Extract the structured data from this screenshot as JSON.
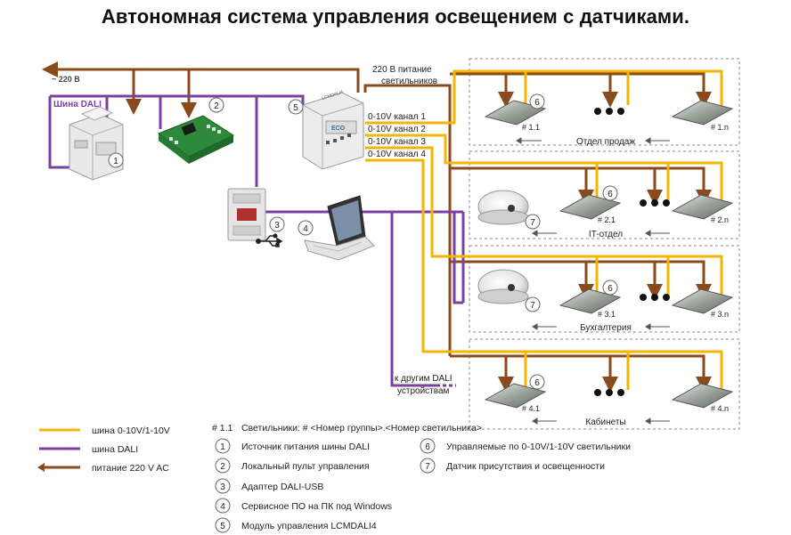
{
  "title": "Автономная система управления освещением с датчиками.",
  "wires": {
    "power_top": "~ 220 В",
    "dali_bus": "Шина DALI",
    "lamp_power_1": "220 В питание",
    "lamp_power_2": "светильников",
    "ch1": "0-10V канал 1",
    "ch2": "0-10V канал 2",
    "ch3": "0-10V канал 3",
    "ch4": "0-10V канал 4",
    "other_dali_1": "к другим DALI",
    "other_dali_2": "устройствам"
  },
  "device_numbers": {
    "psu": "1",
    "panel": "2",
    "adapter": "3",
    "laptop": "4",
    "module": "5"
  },
  "device_text": {
    "module_eco": "ECO",
    "module_brand": "LCMDALI4"
  },
  "zones": [
    {
      "name": "Отдел продаж",
      "lamp_first": "# 1.1",
      "lamp_last": "# 1.n",
      "lamp_num": "6",
      "sensor_num": ""
    },
    {
      "name": "IT-отдел",
      "lamp_first": "# 2.1",
      "lamp_last": "# 2.n",
      "lamp_num": "6",
      "sensor_num": "7"
    },
    {
      "name": "Бухгалтерия",
      "lamp_first": "# 3.1",
      "lamp_last": "# 3.n",
      "lamp_num": "6",
      "sensor_num": "7"
    },
    {
      "name": "Кабинеты",
      "lamp_first": "# 4.1",
      "lamp_last": "# 4.n",
      "lamp_num": "6",
      "sensor_num": ""
    }
  ],
  "legend": {
    "lines": [
      {
        "label": "шина 0-10V/1-10V",
        "color": "#f5b400"
      },
      {
        "label": "шина DALI",
        "color": "#7b3fa0"
      },
      {
        "label": "питание 220 V AC",
        "color": "#8b4a1c"
      }
    ],
    "lamp_label_key": "# 1.1",
    "lamp_label_desc": "Светильники:  # <Номер группы>.<Номер светильника>",
    "items_left": [
      {
        "num": "1",
        "text": "Источник питания шины DALI"
      },
      {
        "num": "2",
        "text": "Локальный пульт управления"
      },
      {
        "num": "3",
        "text": "Адаптер DALI-USB"
      },
      {
        "num": "4",
        "text": "Сервисное  ПО на ПК под Windows"
      },
      {
        "num": "5",
        "text": "Модуль управления LCMDALI4"
      }
    ],
    "items_right": [
      {
        "num": "6",
        "text": "Управляемые по 0-10V/1-10V светильники"
      },
      {
        "num": "7",
        "text": "Датчик присутствия и освещенности"
      }
    ]
  },
  "colors": {
    "yellow": "#f5b400",
    "purple": "#7b3fa0",
    "brown": "#8b4a1c",
    "dash": "#888888"
  }
}
